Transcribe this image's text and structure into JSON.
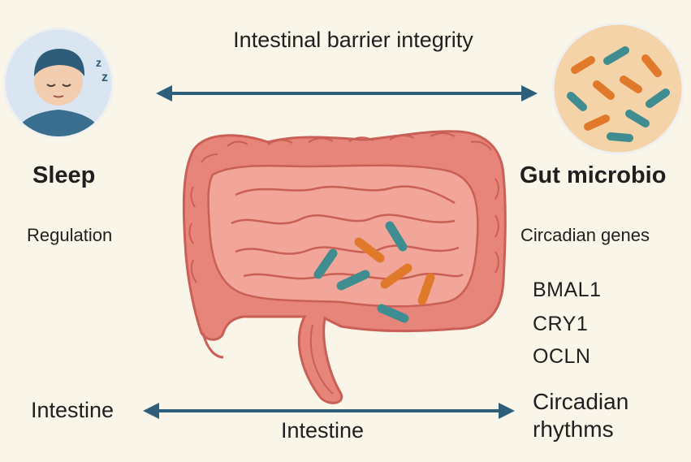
{
  "labels": {
    "top": "Intestinal barrier integrity",
    "sleep": "Sleep",
    "regulation": "Regulation",
    "gut_microbiota": "Gut microbio",
    "circadian_genes": "Circadian genes",
    "genes": [
      "BMAL1",
      "CRY1",
      "OCLN"
    ],
    "intestine_left": "Intestine",
    "intestine_bottom": "Intestine",
    "circadian_rhythms": "Circadian rhythms"
  },
  "sleep_icon_text": "z z",
  "colors": {
    "background": "#faf5e9",
    "arrow": "#2e5f7a",
    "intestine": "#e8857a",
    "intestine_dark": "#c95f55",
    "bacteria_orange": "#e07a2a",
    "bacteria_teal": "#3f8c91",
    "sleep_circle": "#d9e6f1",
    "microbe_circle": "#f5d3a9"
  }
}
